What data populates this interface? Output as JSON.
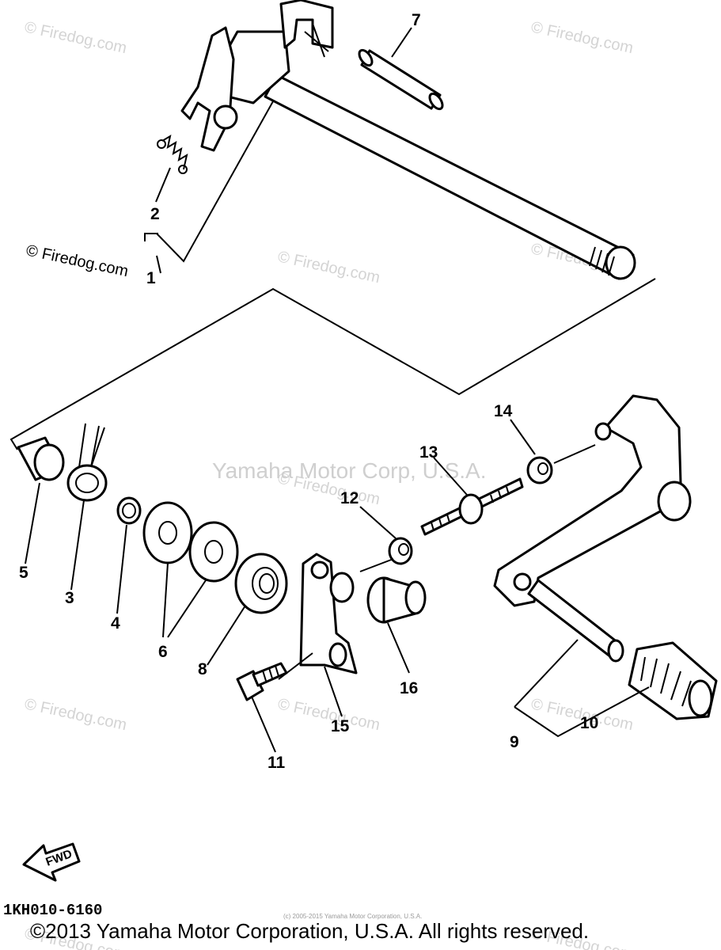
{
  "watermark": {
    "firedog": "© Firedog.com",
    "center": "Yamaha Motor Corp, U.S.A."
  },
  "callouts": {
    "p1": "1",
    "p2": "2",
    "p3": "3",
    "p4": "4",
    "p5": "5",
    "p6": "6",
    "p7": "7",
    "p8": "8",
    "p9": "9",
    "p10": "10",
    "p11": "11",
    "p12": "12",
    "p13": "13",
    "p14": "14",
    "p15": "15",
    "p16": "16"
  },
  "fwd_label": "FWD",
  "diagram_code": "1KH010-6160",
  "small_copyright": "(c) 2005-2015 Yamaha Motor Corporation, U.S.A.",
  "copyright": "©2013 Yamaha Motor Corporation, U.S.A. All rights reserved."
}
